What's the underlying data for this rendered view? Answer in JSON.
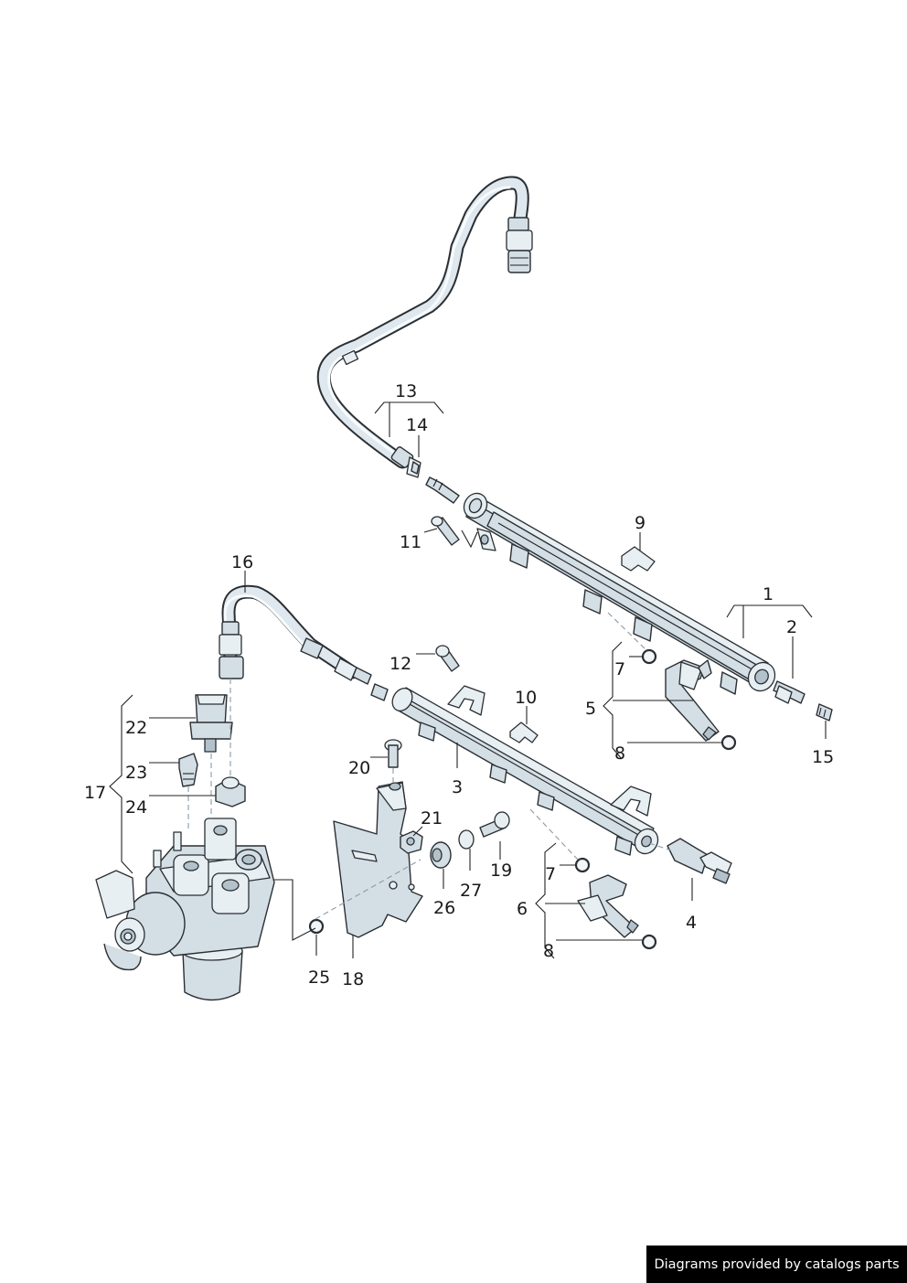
{
  "callouts": [
    {
      "id": "1",
      "label": "1"
    },
    {
      "id": "2",
      "label": "2"
    },
    {
      "id": "3",
      "label": "3"
    },
    {
      "id": "4",
      "label": "4"
    },
    {
      "id": "5",
      "label": "5"
    },
    {
      "id": "6",
      "label": "6"
    },
    {
      "id": "7a",
      "label": "7"
    },
    {
      "id": "7b",
      "label": "7"
    },
    {
      "id": "8a",
      "label": "8"
    },
    {
      "id": "8b",
      "label": "8"
    },
    {
      "id": "9",
      "label": "9"
    },
    {
      "id": "10",
      "label": "10"
    },
    {
      "id": "11",
      "label": "11"
    },
    {
      "id": "12",
      "label": "12"
    },
    {
      "id": "13",
      "label": "13"
    },
    {
      "id": "14",
      "label": "14"
    },
    {
      "id": "15",
      "label": "15"
    },
    {
      "id": "16",
      "label": "16"
    },
    {
      "id": "17",
      "label": "17"
    },
    {
      "id": "18",
      "label": "18"
    },
    {
      "id": "19",
      "label": "19"
    },
    {
      "id": "20",
      "label": "20"
    },
    {
      "id": "21",
      "label": "21"
    },
    {
      "id": "22",
      "label": "22"
    },
    {
      "id": "23",
      "label": "23"
    },
    {
      "id": "24",
      "label": "24"
    },
    {
      "id": "25",
      "label": "25"
    },
    {
      "id": "26",
      "label": "26"
    },
    {
      "id": "27",
      "label": "27"
    }
  ],
  "credit": "Diagrams provided by catalogs parts",
  "colors": {
    "part_fill": "#d4dee5",
    "outline": "#2a2f33",
    "credit_bg": "#000000"
  }
}
